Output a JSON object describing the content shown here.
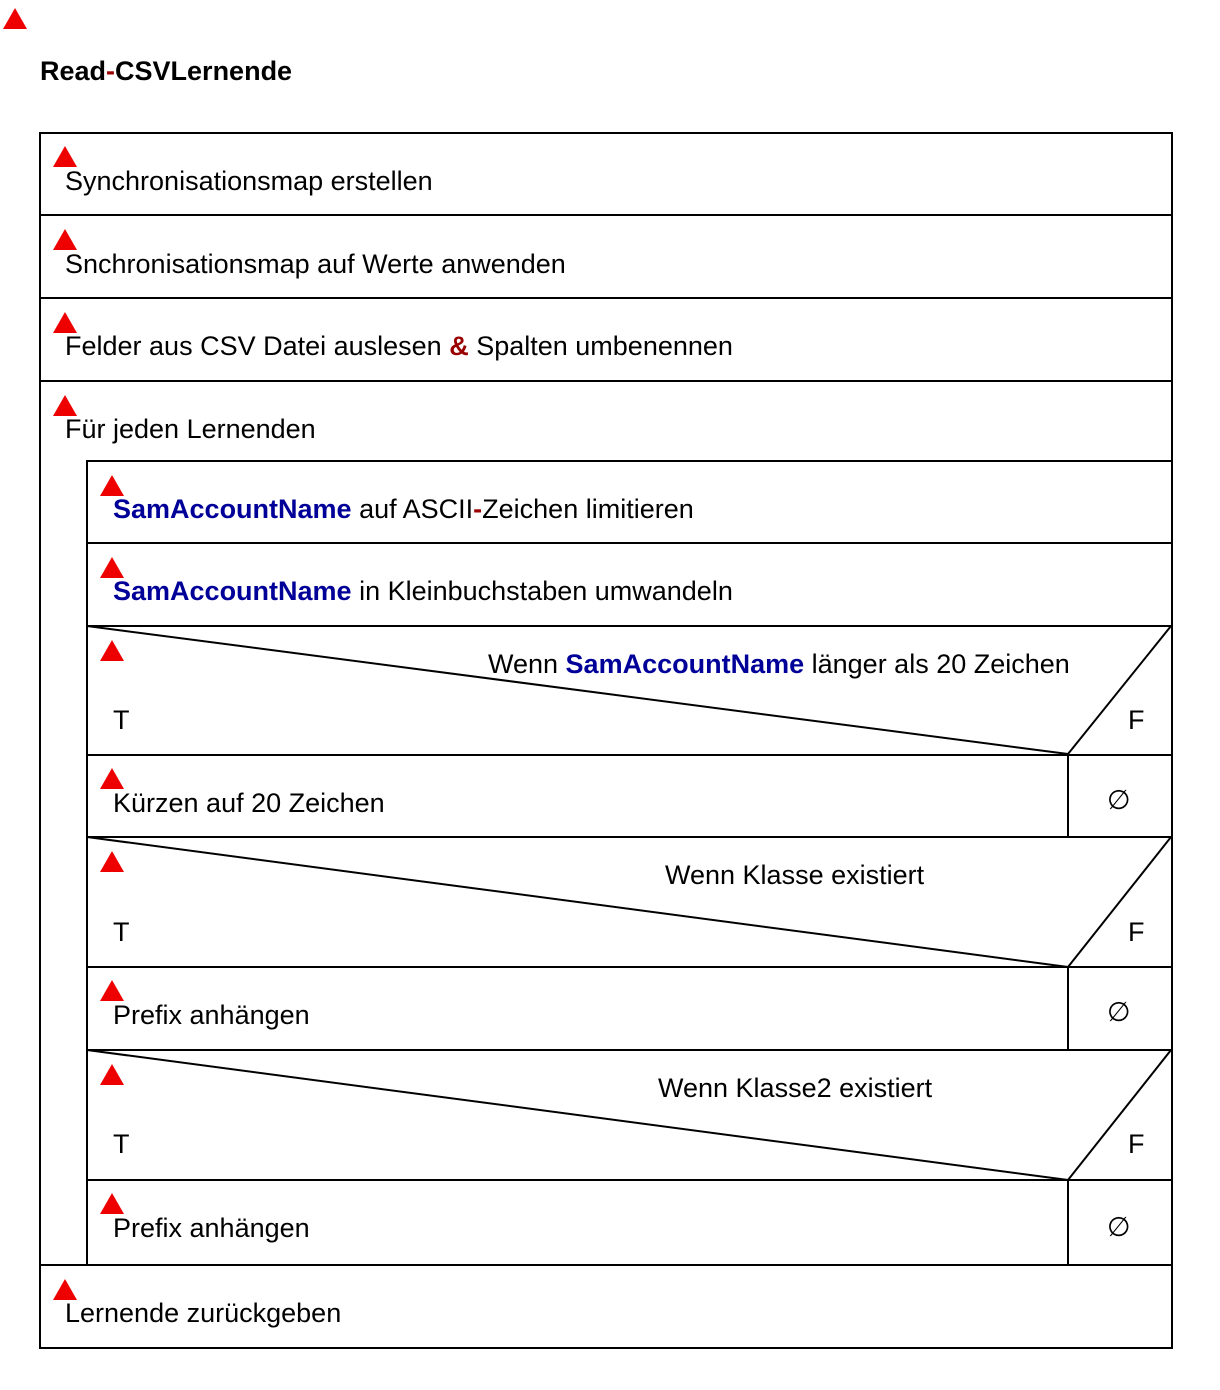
{
  "diagram": {
    "title": {
      "part1": "Read",
      "op": "-",
      "part2": "CSVLernende"
    },
    "steps": {
      "s1": "Synchronisationsmap erstellen",
      "s2": "Snchronisationsmap auf Werte anwenden",
      "s3": {
        "part1": "Felder aus CSV Datei auslesen ",
        "op": "&",
        "part2": " Spalten umbenennen"
      },
      "loop": "Für jeden Lernenden",
      "l1": {
        "kw": "SamAccountName",
        "part1": " auf ASCII",
        "op": "-",
        "part2": "Zeichen limitieren"
      },
      "l2": {
        "kw": "SamAccountName",
        "part1": " in Kleinbuchstaben umwandeln"
      },
      "end": "Lernende zurückgeben"
    },
    "conditions": [
      {
        "prefix": "Wenn ",
        "kw": "SamAccountName",
        "suffix": " länger als 20 Zeichen",
        "true_label": "T",
        "false_label": "F",
        "true_action": "Kürzen auf 20 Zeichen",
        "false_action": "∅"
      },
      {
        "prefix": "Wenn Klasse existiert",
        "kw": "",
        "suffix": "",
        "true_label": "T",
        "false_label": "F",
        "true_action": "Prefix anhängen",
        "false_action": "∅"
      },
      {
        "prefix": "Wenn Klasse2 existiert",
        "kw": "",
        "suffix": "",
        "true_label": "T",
        "false_label": "F",
        "true_action": "Prefix anhängen",
        "false_action": "∅"
      }
    ],
    "colors": {
      "marker": "#ee0000",
      "keyword": "#000099",
      "operator": "#990000"
    }
  }
}
